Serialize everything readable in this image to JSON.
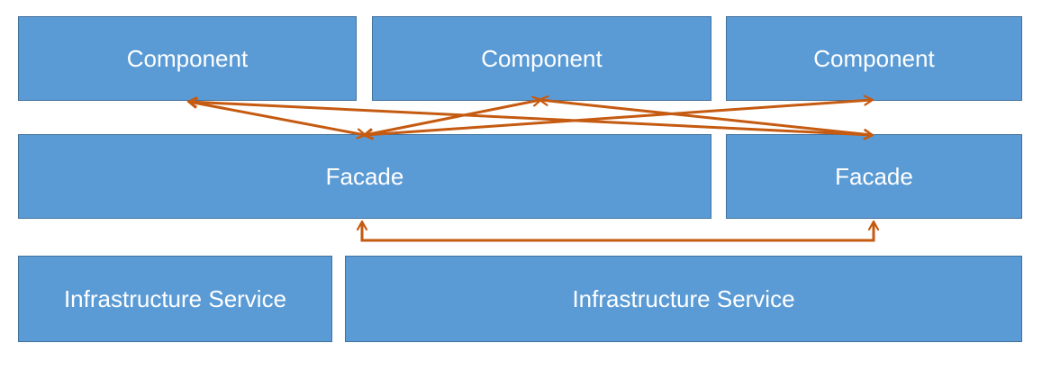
{
  "colors": {
    "box_fill": "#5b9bd5",
    "box_border": "#41719c",
    "box_text": "#ffffff",
    "connector": "#c55a11"
  },
  "components": [
    {
      "label": "Component"
    },
    {
      "label": "Component"
    },
    {
      "label": "Component"
    }
  ],
  "facades": [
    {
      "label": "Facade"
    },
    {
      "label": "Facade"
    }
  ],
  "infrastructure_services": [
    {
      "label": "Infrastructure Service"
    },
    {
      "label": "Infrastructure Service"
    }
  ]
}
